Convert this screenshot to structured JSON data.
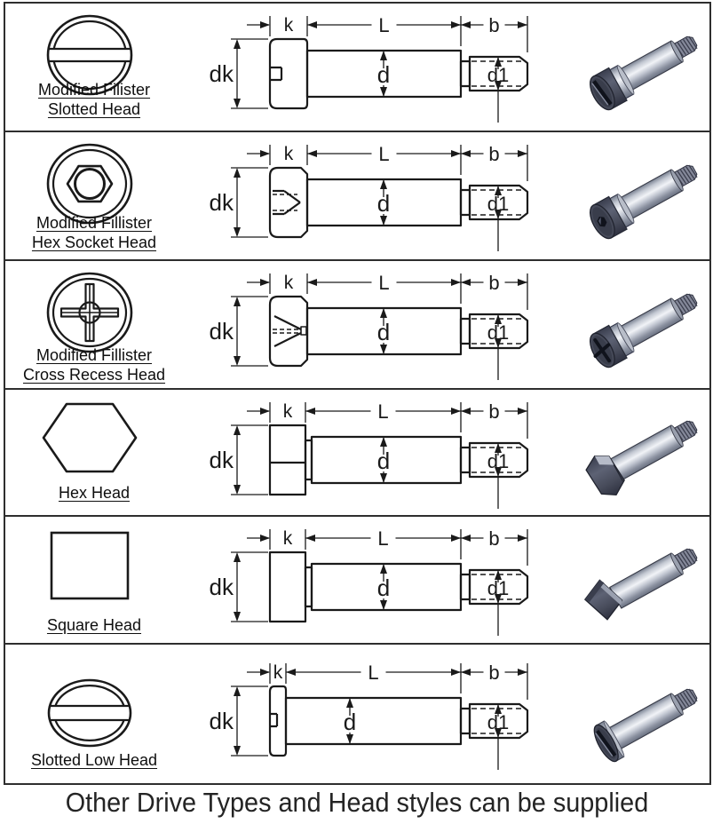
{
  "caption": "Other Drive Types and Head styles can be supplied",
  "dim_labels": {
    "k": "k",
    "L": "L",
    "b": "b",
    "dk": "dk",
    "d": "d",
    "d1": "d1"
  },
  "rows": [
    {
      "label_lines": [
        "Modified Filister",
        "Slotted Head"
      ],
      "head_view": "slotted-fillister-head",
      "drive": "slot"
    },
    {
      "label_lines": [
        "Modified Fillister",
        "Hex Socket Head"
      ],
      "head_view": "hex-socket-fillister-head",
      "drive": "hex-socket"
    },
    {
      "label_lines": [
        "Modified Fillister",
        "Cross Recess Head"
      ],
      "head_view": "cross-recess-fillister-head",
      "drive": "cross-recess"
    },
    {
      "label_lines": [
        "Hex Head"
      ],
      "head_view": "hex-head",
      "drive": "external-hex"
    },
    {
      "label_lines": [
        "Square Head"
      ],
      "head_view": "square-head",
      "drive": "external-square"
    },
    {
      "label_lines": [
        "Slotted Low Head"
      ],
      "head_view": "slotted-low-head",
      "drive": "slot"
    }
  ],
  "colors": {
    "line": "#1a1a1a",
    "table_border": "#2e2e2e",
    "background": "#ffffff",
    "screw_body_light": "#f1f3f7",
    "screw_body_mid": "#b9bec9",
    "screw_body_dark": "#697080",
    "screw_head_dark": "#2e3140",
    "caption_text": "#242424"
  }
}
